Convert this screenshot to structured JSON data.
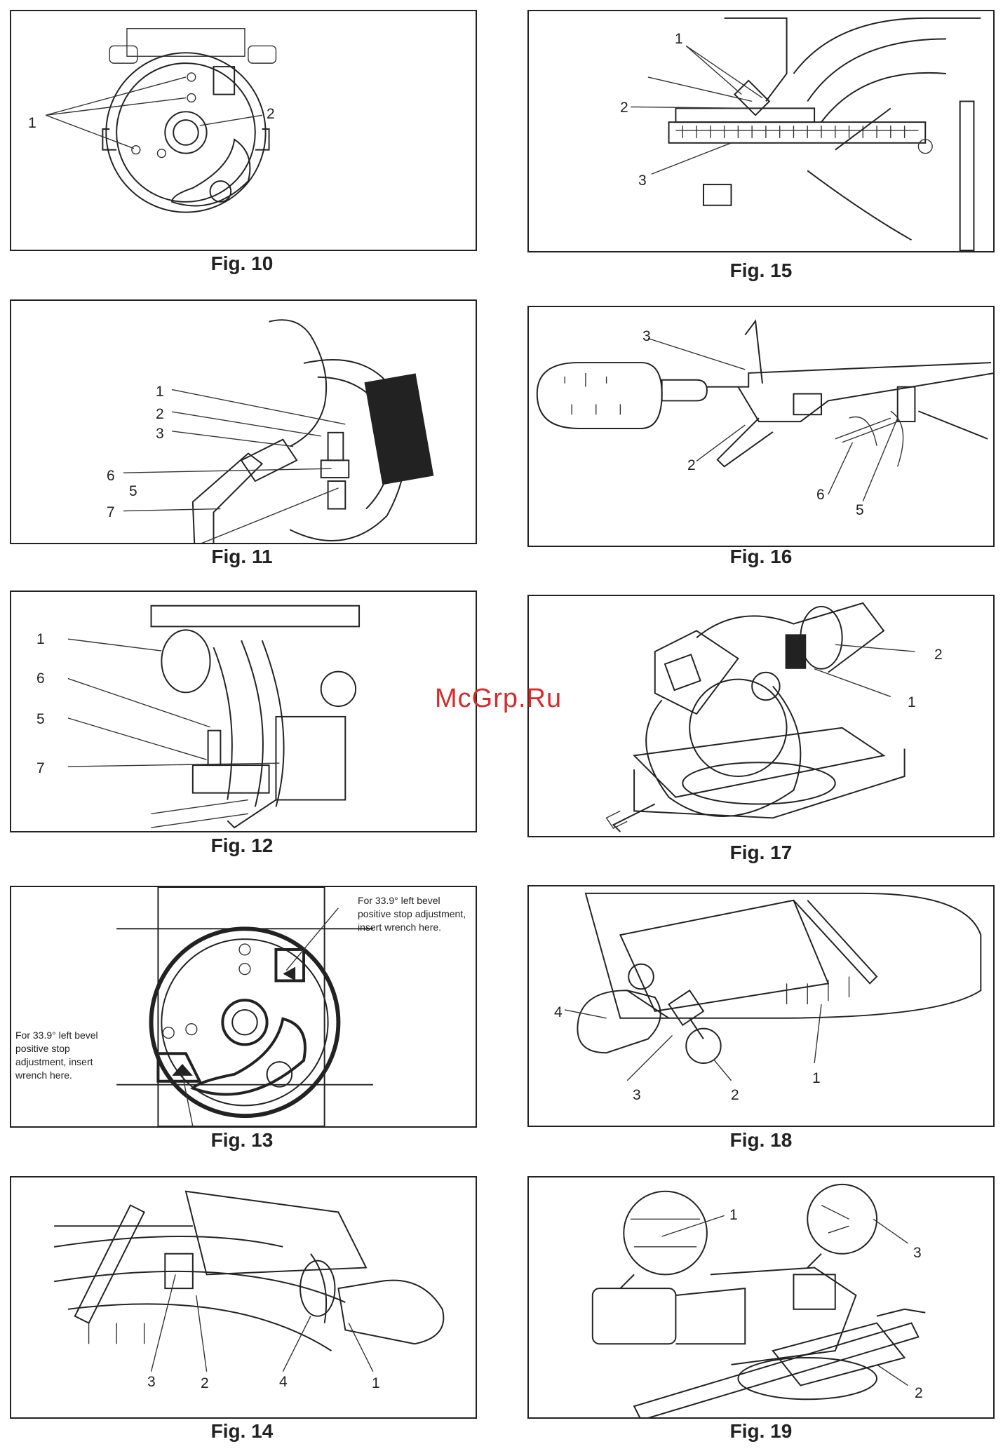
{
  "watermark": "McGrp.Ru",
  "figures": {
    "fig10": {
      "caption": "Fig. 10",
      "labels": [
        "1",
        "2"
      ]
    },
    "fig11": {
      "caption": "Fig. 11",
      "labels": [
        "1",
        "2",
        "3",
        "6",
        "7",
        "5"
      ]
    },
    "fig12": {
      "caption": "Fig. 12",
      "labels": [
        "1",
        "6",
        "5",
        "7"
      ]
    },
    "fig13": {
      "caption": "Fig. 13",
      "note_right": "For 33.9° left bevel positive stop adjustment, insert wrench here.",
      "note_left": "For 33.9° left bevel positive stop adjustment, insert wrench here."
    },
    "fig14": {
      "caption": "Fig. 14",
      "labels": [
        "3",
        "2",
        "4",
        "1"
      ]
    },
    "fig15": {
      "caption": "Fig. 15",
      "labels": [
        "1",
        "2",
        "3"
      ]
    },
    "fig16": {
      "caption": "Fig. 16",
      "labels": [
        "3",
        "2",
        "6",
        "5"
      ]
    },
    "fig17": {
      "caption": "Fig. 17",
      "labels": [
        "2",
        "1"
      ]
    },
    "fig18": {
      "caption": "Fig. 18",
      "labels": [
        "4",
        "3",
        "2",
        "1"
      ]
    },
    "fig19": {
      "caption": "Fig. 19",
      "labels": [
        "1",
        "3",
        "2"
      ]
    }
  }
}
